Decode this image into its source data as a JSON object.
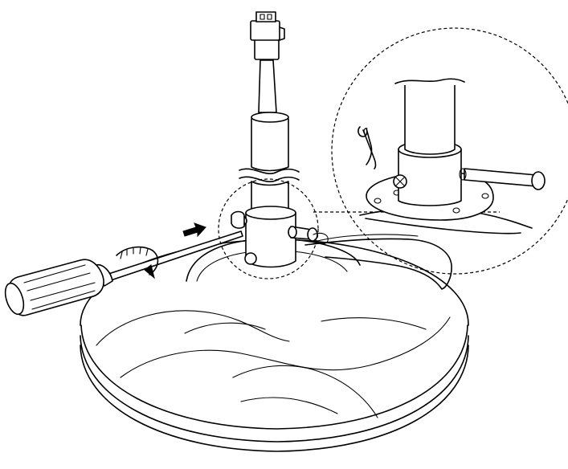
{
  "figure": {
    "kind": "assembly-instruction-illustration",
    "text_labels": [],
    "colors": {
      "line": "#000000",
      "background": "#ffffff"
    }
  },
  "parts": {
    "connector": "wire-connector-plug",
    "downrod": "downrod-pipe",
    "collar": "yoke-collar",
    "fan_motor": "fan-motor-housing",
    "blade_arms": "blade-arms",
    "screwdriver": "screwdriver-tool",
    "rotation": "clockwise-rotation-arrow",
    "push_arrow": "insert-direction-arrow",
    "detail_view": "magnified-detail-view",
    "clevis_pin": "clevis-pin",
    "cotter_pin": "hair-cotter-pin",
    "set_screw": "set-screw",
    "mounting_flange": "mounting-flange"
  }
}
